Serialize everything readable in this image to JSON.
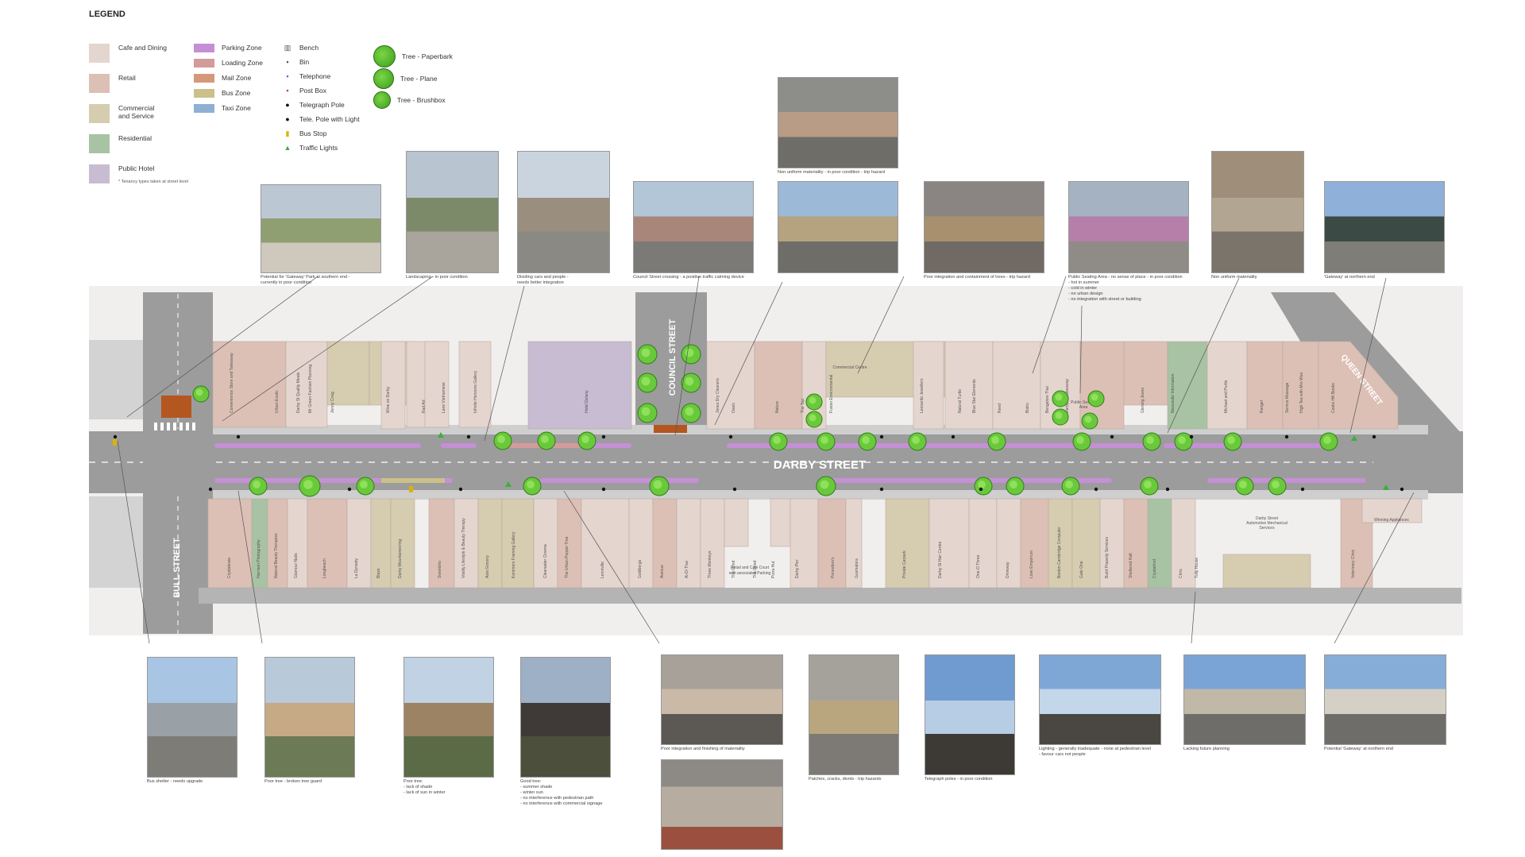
{
  "legend": {
    "title": "LEGEND",
    "tenancy": [
      {
        "label": "Cafe and Dining",
        "color": "#e5d5cf"
      },
      {
        "label": "Retail",
        "color": "#dcc0b5"
      },
      {
        "label": "Commercial\nand Service",
        "color": "#d6ccb0"
      },
      {
        "label": "Residential",
        "color": "#a8c3a3"
      },
      {
        "label": "Public Hotel",
        "color": "#c7bcd1"
      }
    ],
    "tenancy_note": "* Tenancy types taken at street level",
    "zones": [
      {
        "label": "Parking Zone",
        "color": "#c58fd6"
      },
      {
        "label": "Loading Zone",
        "color": "#d49b9b"
      },
      {
        "label": "Mail Zone",
        "color": "#d5997a"
      },
      {
        "label": "Bus Zone",
        "color": "#cbc08a"
      },
      {
        "label": "Taxi Zone",
        "color": "#8fb0d3"
      }
    ],
    "symbols": [
      {
        "label": "Bench",
        "icon": "bench-icon",
        "glyph": "▥",
        "color": "#555555"
      },
      {
        "label": "Bin",
        "icon": "bin-icon",
        "glyph": "▪",
        "color": "#555555"
      },
      {
        "label": "Telephone",
        "icon": "telephone-icon",
        "glyph": "▪",
        "color": "#3d6fd1"
      },
      {
        "label": "Post Box",
        "icon": "post-box-icon",
        "glyph": "▪",
        "color": "#b0452a"
      },
      {
        "label": "Telegraph Pole",
        "icon": "telegraph-pole-icon",
        "glyph": "●",
        "color": "#111111"
      },
      {
        "label": "Tele. Pole with Light",
        "icon": "pole-light-icon",
        "glyph": "●",
        "color": "#111111"
      },
      {
        "label": "Bus Stop",
        "icon": "bus-stop-icon",
        "glyph": "▮",
        "color": "#d9b400"
      },
      {
        "label": "Traffic Lights",
        "icon": "traffic-lights-icon",
        "glyph": "▲",
        "color": "#3bb03b"
      }
    ],
    "trees": [
      {
        "label": "Tree - Paperbark",
        "size": 26
      },
      {
        "label": "Tree - Plane",
        "size": 24
      },
      {
        "label": "Tree - Brushbox",
        "size": 20
      }
    ]
  },
  "streets": {
    "main": "DARBY STREET",
    "west": "BULL STREET",
    "middle": "COUNCIL STREET",
    "east": "QUEEN STREET"
  },
  "map_labels": {
    "commercial_centre": "Commercial Centre",
    "retail_cafe_court": "Retail and Cafe Court\nwith associated Parking",
    "public_seating": "Public Seating\nArea",
    "darby_street_auto": "Darby Street\nAutomotive Mechanical\nServices",
    "winning_appliances": "Winning Appliances"
  },
  "top_photos": [
    {
      "caption": "Potential for 'Gateway' Park at southern end -\ncurrently in poor condition",
      "scene": "park-street"
    },
    {
      "caption": "Landscaping - in poor condition",
      "scene": "street-corner"
    },
    {
      "caption": "Dividing cars and people -\nneeds better integration",
      "scene": "street-view"
    },
    {
      "caption": "Council Street crossing - a positive traffic calming device",
      "scene": "crossing"
    },
    {
      "caption": "Non uniform materiality - in poor condition - trip hazard",
      "scene": "pavement"
    },
    {
      "caption": "",
      "scene": "shopfronts"
    },
    {
      "caption": "Poor integration and containment of trees - trip hazard",
      "scene": "tree-base"
    },
    {
      "caption": "Public Seating Area - no sense of place - in poor condition\n- hot in summer\n- cold in winter\n- no urban design\n- no integration with street or building",
      "scene": "seating"
    },
    {
      "caption": "Non uniform materiality",
      "scene": "footpath"
    },
    {
      "caption": "'Gateway' at northern end",
      "scene": "corner-building"
    }
  ],
  "bottom_photos": [
    {
      "caption": "Bus shelter - needs upgrade",
      "scene": "bus-shelter"
    },
    {
      "caption": "Poor tree - broken tree guard",
      "scene": "terrace-tree"
    },
    {
      "caption": "Poor tree:\n- lack of shade\n- lack of sun in winter",
      "scene": "tree-building"
    },
    {
      "caption": "Good tree:\n- summer shade\n- winter sun\n- no interference with pedestrian path\n- no interference with commercial signage",
      "scene": "bare-tree"
    },
    {
      "caption": "Poor integration and finishing of materiality",
      "scene": "paving-detail"
    },
    {
      "caption": "Patches, cracks, divots - trip hazards",
      "scene": "patched-path"
    },
    {
      "caption": "Telegraph poles - in poor condition",
      "scene": "pole"
    },
    {
      "caption": "Lighting - generally inadequate - none at pedestrian level\n- favour cars not people",
      "scene": "street-light"
    },
    {
      "caption": "Lacking future planning",
      "scene": "intersection"
    },
    {
      "caption": "Potential 'Gateway' at northern end",
      "scene": "corner-shop"
    }
  ],
  "north_shops": [
    "Convenience Store and Takeaway",
    "Urban Exotic",
    "Darby St Quality Meats",
    "Mr Green Fashion Planning",
    "Jenny Craig",
    "Wine on Darby",
    "Rad Art",
    "Lane Vietnamese",
    "Infinite Horizons Gallery",
    "Hotel Delany",
    "Jones Dry Cleaners",
    "Oasis",
    "Nature",
    "The Tap",
    "Fusion Environmental",
    "Leonardo Jewellers",
    "Natural Turtle",
    "Blue Star Elements",
    "Reed",
    "Bistro",
    "Bengalore Thai",
    "Darby St Takeaway",
    "Glenelg Jeans",
    "Newcastle Information",
    "Michael and Purtle",
    "Rangel",
    "Service Massage",
    "High Tea with Mrs Woo",
    "Cooks Hill Books"
  ],
  "south_shops": [
    "Crystalesse",
    "Harrison Photography",
    "Natural Beauty Therapies",
    "Glamour Nails",
    "Longbeach",
    "La Dynasty",
    "Blaze",
    "Darby Mountaineering",
    "Sweetsho",
    "Vitality Lifestyle & Beauty Therapy",
    "Asia Grocery",
    "Kommers Framing Gallery",
    "Clearwater Cinema",
    "The Urban Pepper Tree",
    "Lenniville",
    "Goldbergs",
    "Avenue",
    "Ai-Di Thai",
    "Three Monkeys",
    "The Grind",
    "The Grind",
    "Pizza Hut",
    "Darby Pier",
    "Pomodoro's",
    "Gusmatora",
    "Private Carpark",
    "Darby St Hair Centre",
    "One-O Three",
    "Driveway",
    "Love Emporium",
    "Boston Cambridge Computer",
    "Gate One",
    "Build Property Services",
    "Sheltered Halt",
    "Crystalrind",
    "Chris",
    "Tully House",
    "Veterinary Clinic"
  ]
}
